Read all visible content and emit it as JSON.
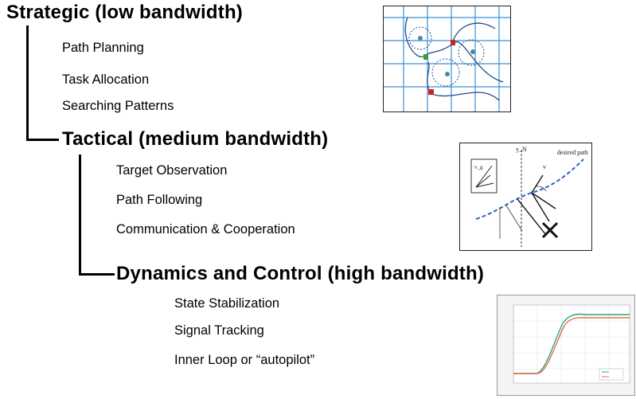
{
  "levels": [
    {
      "heading": "Strategic (low bandwidth)",
      "items": [
        "Path Planning",
        "Task Allocation",
        "Searching Patterns"
      ]
    },
    {
      "heading": "Tactical (medium bandwidth)",
      "items": [
        "Target Observation",
        "Path Following",
        "Communication  & Cooperation"
      ]
    },
    {
      "heading": "Dynamics and Control (high bandwidth)",
      "items": [
        "State Stabilization",
        "Signal Tracking",
        "Inner Loop or “autopilot”"
      ]
    }
  ],
  "figures": {
    "path_following": {
      "curve_label": "desired path",
      "axis_label": "y_N",
      "vector_label": "v",
      "inset_label": "v_g"
    }
  },
  "colors": {
    "grid": "#3a8fd9",
    "curve": "#1f4e8c",
    "marker_green": "#3a9a3a",
    "marker_red": "#cc2222",
    "dashed_path": "#2a63c6",
    "series_1": "#2aa37a",
    "series_2": "#e0704a"
  }
}
